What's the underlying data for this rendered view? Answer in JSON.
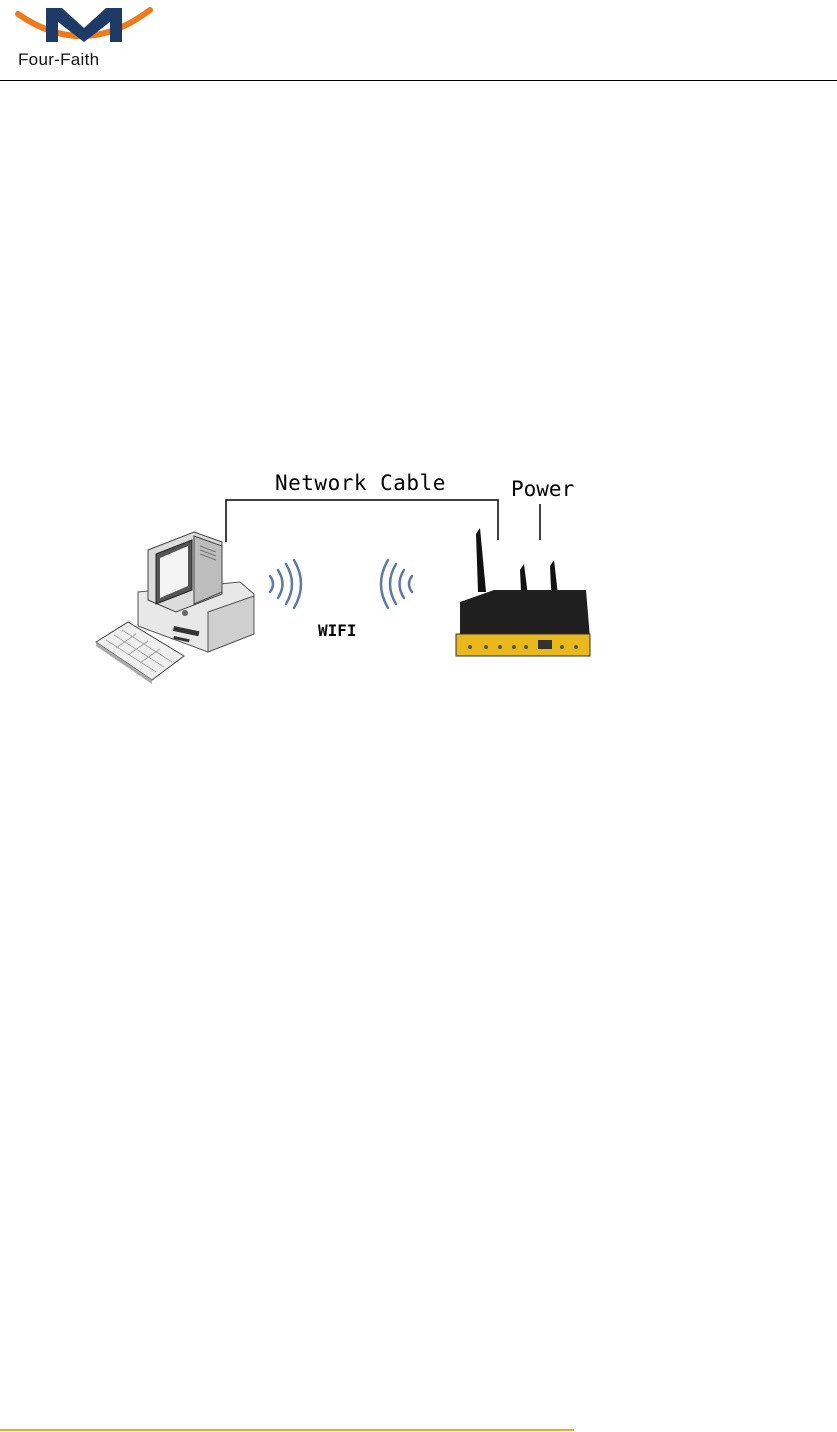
{
  "header": {
    "brand_name": "Four-Faith",
    "brand_color": "#f07a1a",
    "logo_icon": "four-faith-logo-icon"
  },
  "diagram": {
    "network_cable_label": "Network Cable",
    "power_label": "Power",
    "wifi_label": "WIFI",
    "icons": [
      "desktop-computer-icon",
      "keyboard-icon",
      "wifi-signal-icon",
      "router-icon"
    ],
    "router_accent": "#e9b81a"
  },
  "footer": {
    "rule_color": "#f5a623"
  }
}
